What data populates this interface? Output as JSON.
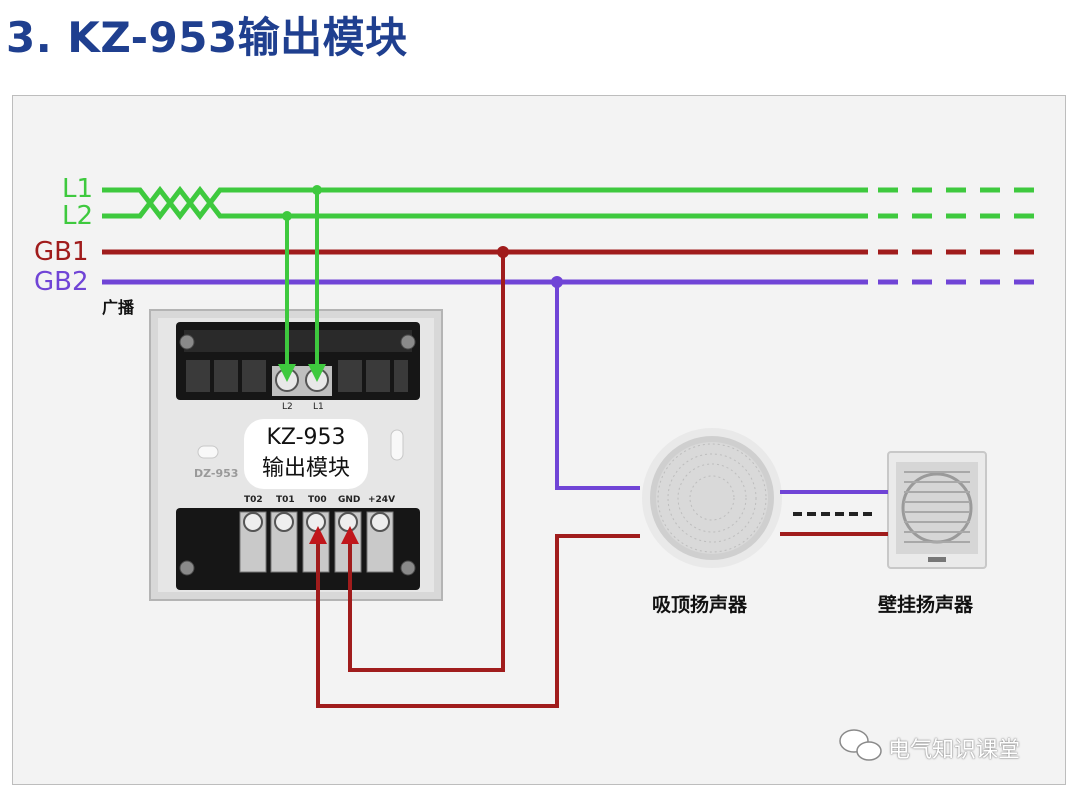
{
  "title": "3. KZ-953输出模块",
  "bus": {
    "l1": "L1",
    "l2": "L2",
    "gb1": "GB1",
    "gb2": "GB2",
    "broadcast": "广播"
  },
  "module": {
    "model_line1": "KZ-953",
    "model_line2": "输出模块",
    "housing_mark": "DZ-953",
    "top_terminals": [
      "L2",
      "L1"
    ],
    "bottom_terminals": [
      "T02",
      "T01",
      "T00",
      "GND",
      "+24V"
    ]
  },
  "speakers": {
    "ceiling": "吸顶扬声器",
    "wall": "壁挂扬声器"
  },
  "watermark": "电气知识课堂",
  "colors": {
    "l_bus": "#3ec93e",
    "gb1": "#a01c1c",
    "gb2": "#7044d6",
    "title": "#1f3f8f"
  }
}
